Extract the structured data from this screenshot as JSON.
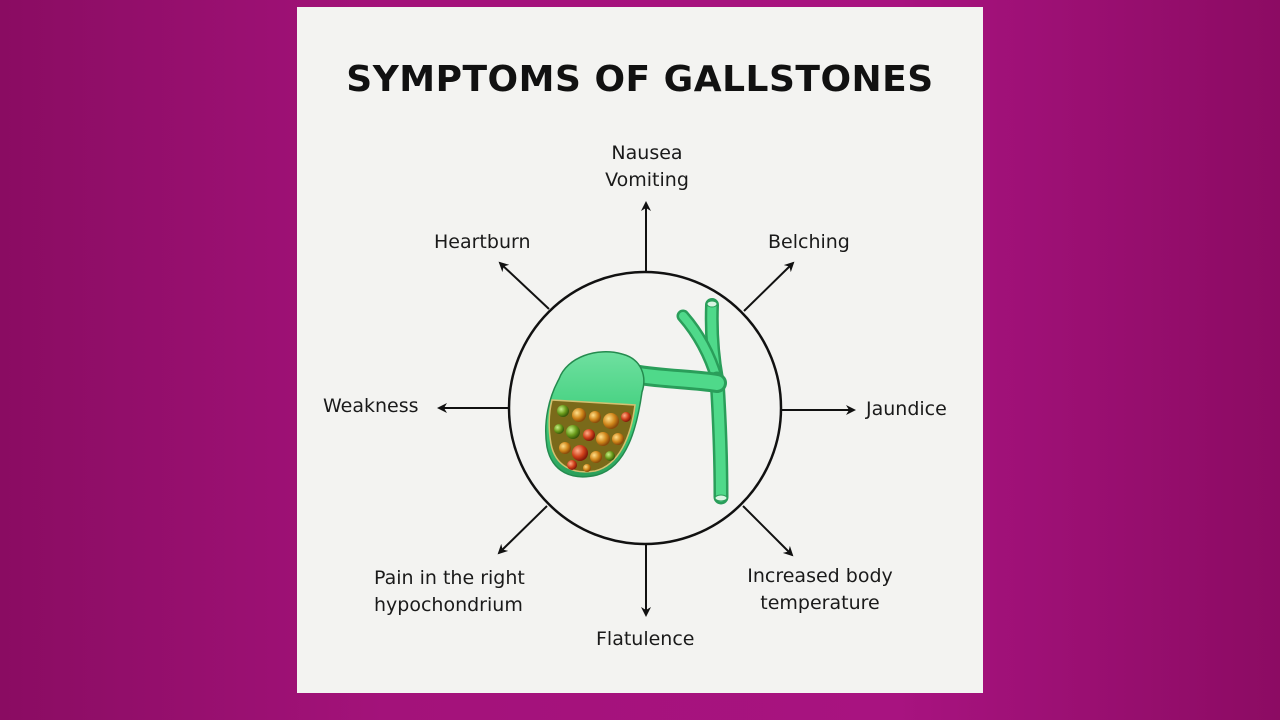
{
  "title": "SYMPTOMS OF GALLSTONES",
  "symptoms": {
    "top": [
      "Nausea",
      "Vomiting"
    ],
    "top_left": "Heartburn",
    "top_right": "Belching",
    "left": "Weakness",
    "right": "Jaundice",
    "bottom_left": [
      "Pain in the right",
      "hypochondrium"
    ],
    "bottom": "Flatulence",
    "bottom_right": [
      "Increased body",
      "temperature"
    ]
  },
  "colors": {
    "background": "#a3127a",
    "card": "#f3f3f1",
    "gallbladder": "#3fcf7c",
    "stones": "#d08a1a"
  }
}
